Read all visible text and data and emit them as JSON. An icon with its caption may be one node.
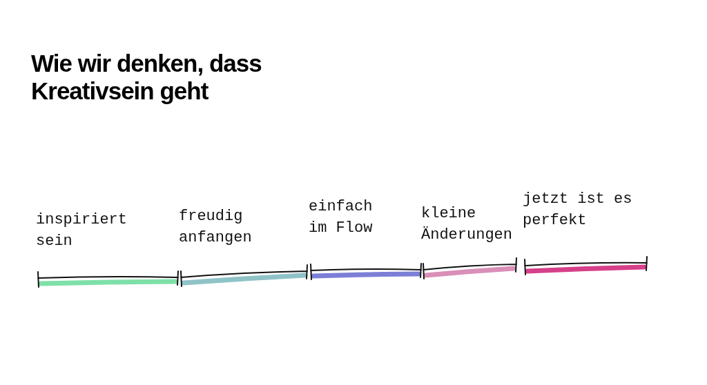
{
  "diagram": {
    "title": "Wie wir denken, dass Kreativsein geht",
    "nodes": [
      {
        "text": [
          "inspiriert sein"
        ]
      },
      {
        "text": [
          "freudig anfangen"
        ]
      },
      {
        "text": [
          "einfach im Flow"
        ]
      },
      {
        "text": [
          "kleine Änderungen"
        ]
      },
      {
        "text": [
          "jetzt ist es perfekt"
        ]
      }
    ],
    "edges": []
  }
}
